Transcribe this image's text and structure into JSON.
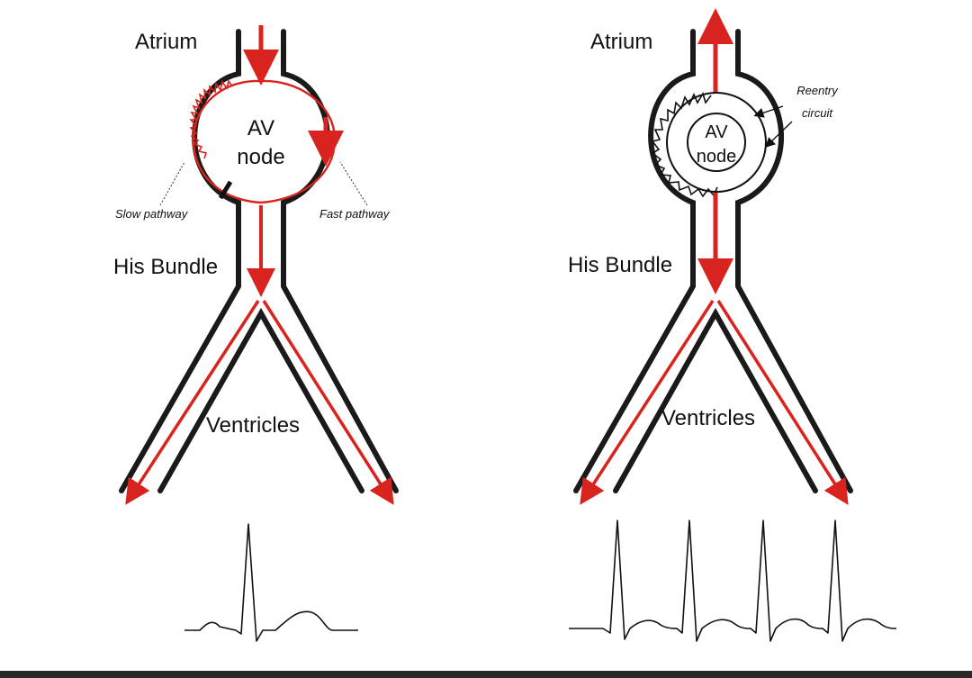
{
  "left": {
    "atrium": "Atrium",
    "av_node_1": "AV",
    "av_node_2": "node",
    "slow_pathway": "Slow pathway",
    "fast_pathway": "Fast pathway",
    "his_bundle": "His Bundle",
    "ventricles": "Ventricles"
  },
  "right": {
    "atrium": "Atrium",
    "reentry_1": "Reentry",
    "reentry_2": "circuit",
    "av_node_1": "AV",
    "av_node_2": "node",
    "his_bundle": "His Bundle",
    "ventricles": "Ventricles"
  },
  "colors": {
    "conduction": "#d8231f",
    "wall": "#1a1a1a",
    "ecg": "#111111"
  },
  "ecg": {
    "left_beats": 1,
    "right_beats": 4
  }
}
